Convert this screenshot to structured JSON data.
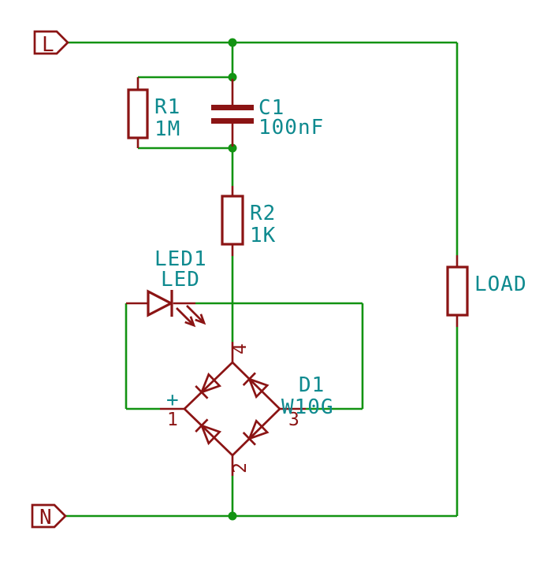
{
  "schematic": {
    "background": "#ffffff",
    "colors": {
      "wire": "#129312",
      "junction": "#129312",
      "symbol": "#8B1414",
      "field_text": "#0F8A8F"
    },
    "net_labels": {
      "line": "L",
      "neutral": "N"
    },
    "components": {
      "r1": {
        "ref": "R1",
        "value": "1M"
      },
      "c1": {
        "ref": "C1",
        "value": "100nF"
      },
      "r2": {
        "ref": "R2",
        "value": "1K"
      },
      "led1": {
        "ref": "LED1",
        "value": "LED"
      },
      "d1": {
        "ref": "D1",
        "value": "W10G",
        "plus": "+",
        "pin1": "1",
        "pin2": "2",
        "pin3": "3",
        "pin4": "4"
      },
      "load": {
        "ref": "LOAD"
      }
    }
  }
}
